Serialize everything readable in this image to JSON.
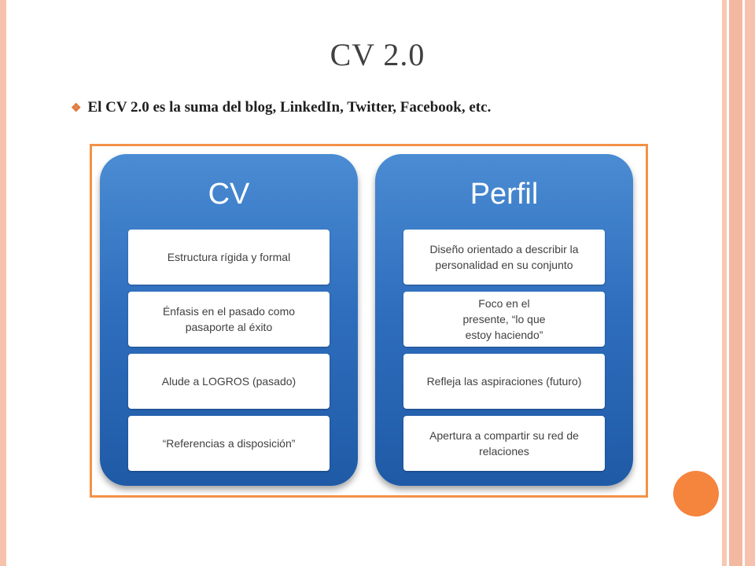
{
  "slide": {
    "title": "CV 2.0",
    "bullet_text": "El CV 2.0 es la suma del blog, LinkedIn, Twitter,  Facebook, etc."
  },
  "figure": {
    "left_panel": {
      "heading": "CV",
      "items": [
        "Estructura rígida y formal",
        "Énfasis en el pasado como\npasaporte al éxito",
        "Alude a LOGROS (pasado)",
        "“Referencias a disposición”"
      ]
    },
    "right_panel": {
      "heading": "Perfil",
      "items": [
        "Diseño orientado a describir la\npersonalidad en su conjunto",
        "Foco en el\npresente,            “lo que\nestoy haciendo”",
        "Refleja  las aspiraciones (futuro)",
        "Apertura a compartir su red de\nrelaciones"
      ]
    }
  },
  "colors": {
    "accent_orange": "#f39248",
    "panel_blue": "#2f6fbe",
    "frame_peach": "#f6c2ad"
  },
  "icons": {
    "bullet": "diamond-bullet-icon"
  }
}
